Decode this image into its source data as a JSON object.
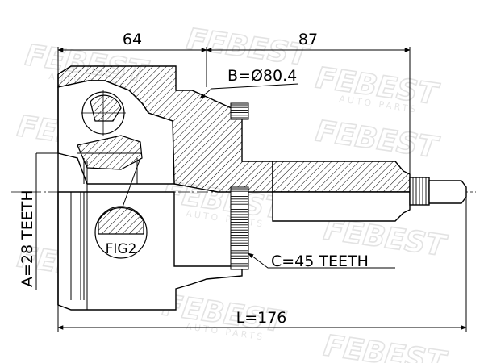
{
  "watermark": {
    "brand": "FEBEST",
    "tagline": "AUTO PARTS"
  },
  "dimensions": {
    "outer_body_length": "64",
    "stub_shaft_length": "87",
    "bearing_diameter": "B=Ø80.4",
    "inner_spline_teeth": "A=28 TEETH",
    "abs_ring_teeth": "C=45 TEETH",
    "total_length": "L=176"
  },
  "callouts": {
    "figure_ref": "FIG2"
  },
  "colors": {
    "line": "#000000",
    "hatch": "#000000",
    "watermark": "#e3e3e3"
  }
}
